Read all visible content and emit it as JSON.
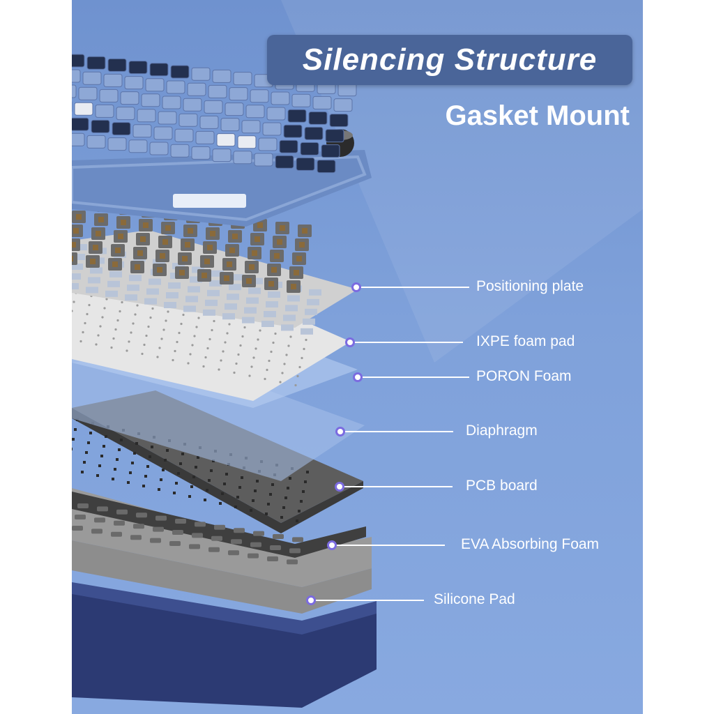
{
  "header": {
    "title": "Silencing Structure",
    "subtitle": "Gasket Mount"
  },
  "layers": [
    {
      "label": "Positioning plate"
    },
    {
      "label": "IXPE foam pad"
    },
    {
      "label": "PORON Foam"
    },
    {
      "label": "Diaphragm"
    },
    {
      "label": "PCB board"
    },
    {
      "label": "EVA Absorbing Foam"
    },
    {
      "label": "Silicone Pad"
    }
  ],
  "colors": {
    "background": "#7fa1da",
    "banner": "#4a6599",
    "dot_ring": "#7b6be0",
    "case_top": "#6f8fc4",
    "case_bottom": "#2c3a73"
  }
}
